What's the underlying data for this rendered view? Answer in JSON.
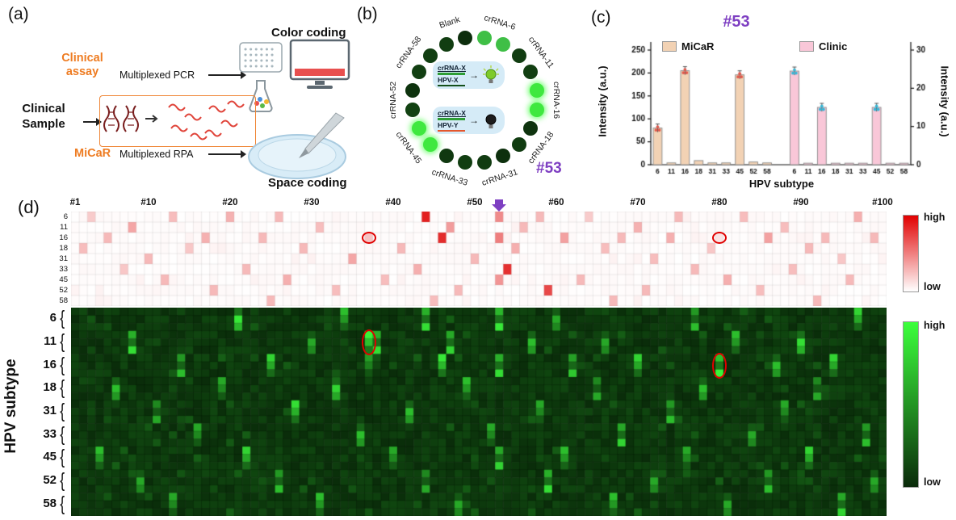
{
  "figure": {
    "panels": {
      "a": "(a)",
      "b": "(b)",
      "c": "(c)",
      "d": "(d)"
    }
  },
  "panel_a": {
    "clinical_assay_line1": "Clinical",
    "clinical_assay_line2": "assay",
    "multiplexed_pcr": "Multiplexed PCR",
    "color_coding": "Color coding",
    "clinical_sample_line1": "Clinical",
    "clinical_sample_line2": "Sample",
    "micar": "MiCaR",
    "multiplexed_rpa": "Multiplexed RPA",
    "space_coding": "Space coding",
    "accent_orange": "#ee7c22"
  },
  "panel_b": {
    "sample_id": "#53",
    "ring": {
      "labels": [
        "crRNA-6",
        "crRNA-11",
        "crRNA-16",
        "crRNA-18",
        "crRNA-31",
        "crRNA-33",
        "crRNA-45",
        "crRNA-52",
        "crRNA-58",
        "Blank"
      ],
      "label_angles": [
        18,
        54,
        90,
        126,
        162,
        198,
        234,
        270,
        306,
        342
      ],
      "bright": [
        "crRNA-16",
        "crRNA-45"
      ],
      "medium": [
        "crRNA-6"
      ]
    },
    "center": {
      "top": {
        "crrna": "crRNA-X",
        "hpv": "HPV-X",
        "result": "signal-on"
      },
      "bottom": {
        "crrna": "crRNA-X",
        "hpv": "HPV-Y",
        "result": "signal-off"
      }
    }
  },
  "panel_c": {
    "title": "#53",
    "left_axis_label": "Intensity (a.u.)",
    "right_axis_label": "Intensity (a.u.)",
    "x_axis_label": "HPV subtype"
  },
  "panel_d": {
    "y_axis_label": "HPV subtype"
  },
  "chart_data": [
    {
      "id": "sample53-bar-chart",
      "type": "bar",
      "title": "#53",
      "categories": [
        "6",
        "11",
        "16",
        "18",
        "31",
        "33",
        "45",
        "52",
        "58"
      ],
      "series": [
        {
          "name": "MiCaR",
          "axis": "left",
          "color": "#f2d2b4",
          "dot_color": "#e2574b",
          "values": [
            80,
            4,
            205,
            9,
            4,
            4,
            196,
            6,
            4
          ]
        },
        {
          "name": "Clinic",
          "axis": "right",
          "color": "#f9c7d8",
          "dot_color": "#35b8d8",
          "values": [
            24.5,
            0.4,
            15,
            0.4,
            0.4,
            0.4,
            15,
            0.4,
            0.4
          ]
        }
      ],
      "left_axis": {
        "label": "Intensity (a.u.)",
        "min": 0,
        "max": 250,
        "ticks": [
          0,
          50,
          100,
          150,
          200,
          250
        ]
      },
      "right_axis": {
        "label": "Intensity (a.u.)",
        "min": 0,
        "max": 30,
        "ticks": [
          0,
          10,
          20,
          30
        ]
      },
      "xlabel": "HPV subtype",
      "legend_position": "top"
    },
    {
      "id": "clinic-pcr-heatmap",
      "type": "heatmap",
      "rows": [
        "6",
        "11",
        "16",
        "18",
        "31",
        "33",
        "45",
        "52",
        "58"
      ],
      "cols": 100,
      "col_ticks": [
        [
          1,
          "#1"
        ],
        [
          10,
          "#10"
        ],
        [
          20,
          "#20"
        ],
        [
          30,
          "#30"
        ],
        [
          40,
          "#40"
        ],
        [
          50,
          "#50"
        ],
        [
          60,
          "#60"
        ],
        [
          70,
          "#70"
        ],
        [
          80,
          "#80"
        ],
        [
          90,
          "#90"
        ],
        [
          100,
          "#100"
        ]
      ],
      "colormap_low": "#ffffff",
      "colormap_high": "#e10000",
      "legend": {
        "high": "high",
        "low": "low"
      },
      "arrow_col": 53,
      "circled_cells": [
        {
          "row": "16",
          "col": 37
        },
        {
          "row": "16",
          "col": 80
        }
      ],
      "cells": [
        [
          "6",
          3,
          0.22
        ],
        [
          "6",
          13,
          0.28
        ],
        [
          "6",
          20,
          0.33
        ],
        [
          "6",
          26,
          0.3
        ],
        [
          "6",
          44,
          0.95
        ],
        [
          "6",
          53,
          0.5
        ],
        [
          "6",
          58,
          0.3
        ],
        [
          "6",
          64,
          0.22
        ],
        [
          "6",
          75,
          0.3
        ],
        [
          "6",
          83,
          0.28
        ],
        [
          "6",
          97,
          0.34
        ],
        [
          "11",
          8,
          0.38
        ],
        [
          "11",
          31,
          0.28
        ],
        [
          "11",
          47,
          0.42
        ],
        [
          "11",
          56,
          0.3
        ],
        [
          "11",
          70,
          0.33
        ],
        [
          "11",
          88,
          0.28
        ],
        [
          "16",
          5,
          0.3
        ],
        [
          "16",
          17,
          0.33
        ],
        [
          "16",
          24,
          0.3
        ],
        [
          "16",
          37,
          0.26
        ],
        [
          "16",
          46,
          0.9
        ],
        [
          "16",
          53,
          0.55
        ],
        [
          "16",
          61,
          0.4
        ],
        [
          "16",
          68,
          0.3
        ],
        [
          "16",
          74,
          0.34
        ],
        [
          "16",
          80,
          0.12
        ],
        [
          "16",
          86,
          0.4
        ],
        [
          "16",
          93,
          0.3
        ],
        [
          "16",
          99,
          0.3
        ],
        [
          "18",
          2,
          0.28
        ],
        [
          "18",
          15,
          0.24
        ],
        [
          "18",
          29,
          0.3
        ],
        [
          "18",
          41,
          0.3
        ],
        [
          "18",
          55,
          0.34
        ],
        [
          "18",
          66,
          0.28
        ],
        [
          "18",
          79,
          0.24
        ],
        [
          "18",
          91,
          0.3
        ],
        [
          "31",
          10,
          0.3
        ],
        [
          "31",
          35,
          0.38
        ],
        [
          "31",
          50,
          0.3
        ],
        [
          "31",
          72,
          0.28
        ],
        [
          "31",
          95,
          0.24
        ],
        [
          "33",
          7,
          0.24
        ],
        [
          "33",
          22,
          0.3
        ],
        [
          "33",
          43,
          0.34
        ],
        [
          "33",
          54,
          0.88
        ],
        [
          "33",
          77,
          0.3
        ],
        [
          "33",
          89,
          0.28
        ],
        [
          "45",
          12,
          0.3
        ],
        [
          "45",
          27,
          0.34
        ],
        [
          "45",
          39,
          0.28
        ],
        [
          "45",
          53,
          0.45
        ],
        [
          "45",
          63,
          0.3
        ],
        [
          "45",
          81,
          0.34
        ],
        [
          "45",
          96,
          0.3
        ],
        [
          "52",
          18,
          0.3
        ],
        [
          "52",
          33,
          0.28
        ],
        [
          "52",
          48,
          0.3
        ],
        [
          "52",
          59,
          0.78
        ],
        [
          "52",
          71,
          0.3
        ],
        [
          "52",
          85,
          0.28
        ],
        [
          "58",
          25,
          0.3
        ],
        [
          "58",
          45,
          0.28
        ],
        [
          "58",
          67,
          0.3
        ],
        [
          "58",
          92,
          0.3
        ]
      ]
    },
    {
      "id": "micar-heatmap",
      "type": "heatmap",
      "row_groups": [
        "6",
        "11",
        "16",
        "18",
        "31",
        "33",
        "45",
        "52",
        "58"
      ],
      "rows_per_group": 3,
      "cols": 100,
      "colormap_low": "#0a2a0a",
      "colormap_high": "#3cff3c",
      "legend": {
        "high": "high",
        "low": "low"
      },
      "circled_cells": [
        {
          "group": "11",
          "col": 37
        },
        {
          "group": "16",
          "col": 80
        }
      ],
      "cells": [
        [
          "6",
          21,
          0.9
        ],
        [
          "6",
          34,
          0.7
        ],
        [
          "6",
          44,
          0.85
        ],
        [
          "6",
          53,
          0.9
        ],
        [
          "6",
          60,
          0.6
        ],
        [
          "6",
          77,
          0.7
        ],
        [
          "6",
          97,
          0.8
        ],
        [
          "11",
          8,
          0.85
        ],
        [
          "11",
          30,
          0.6
        ],
        [
          "11",
          37,
          0.95
        ],
        [
          "11",
          38,
          0.85
        ],
        [
          "11",
          47,
          0.8
        ],
        [
          "11",
          57,
          0.7
        ],
        [
          "11",
          66,
          0.6
        ],
        [
          "11",
          82,
          0.7
        ],
        [
          "11",
          90,
          0.85
        ],
        [
          "16",
          14,
          0.7
        ],
        [
          "16",
          25,
          0.8
        ],
        [
          "16",
          37,
          0.55
        ],
        [
          "16",
          46,
          0.9
        ],
        [
          "16",
          53,
          0.85
        ],
        [
          "16",
          62,
          0.75
        ],
        [
          "16",
          70,
          0.8
        ],
        [
          "16",
          80,
          0.95
        ],
        [
          "16",
          87,
          0.7
        ],
        [
          "16",
          94,
          0.8
        ],
        [
          "18",
          6,
          0.7
        ],
        [
          "18",
          19,
          0.6
        ],
        [
          "18",
          33,
          0.8
        ],
        [
          "18",
          49,
          0.7
        ],
        [
          "18",
          65,
          0.6
        ],
        [
          "18",
          78,
          0.7
        ],
        [
          "18",
          92,
          0.6
        ],
        [
          "31",
          11,
          0.6
        ],
        [
          "31",
          28,
          0.85
        ],
        [
          "31",
          42,
          0.7
        ],
        [
          "31",
          58,
          0.6
        ],
        [
          "31",
          74,
          0.7
        ],
        [
          "31",
          88,
          0.6
        ],
        [
          "33",
          16,
          0.6
        ],
        [
          "33",
          36,
          0.7
        ],
        [
          "33",
          52,
          0.6
        ],
        [
          "33",
          68,
          0.8
        ],
        [
          "33",
          84,
          0.6
        ],
        [
          "33",
          98,
          0.7
        ],
        [
          "45",
          4,
          0.7
        ],
        [
          "45",
          22,
          0.8
        ],
        [
          "45",
          40,
          0.6
        ],
        [
          "45",
          53,
          0.8
        ],
        [
          "45",
          61,
          0.7
        ],
        [
          "45",
          76,
          0.6
        ],
        [
          "45",
          91,
          0.8
        ],
        [
          "52",
          9,
          0.6
        ],
        [
          "52",
          26,
          0.7
        ],
        [
          "52",
          44,
          0.6
        ],
        [
          "52",
          59,
          0.85
        ],
        [
          "52",
          72,
          0.6
        ],
        [
          "52",
          86,
          0.7
        ],
        [
          "52",
          99,
          0.6
        ],
        [
          "58",
          13,
          0.6
        ],
        [
          "58",
          31,
          0.7
        ],
        [
          "58",
          48,
          0.6
        ],
        [
          "58",
          67,
          0.7
        ],
        [
          "58",
          81,
          0.6
        ],
        [
          "58",
          95,
          0.8
        ]
      ]
    }
  ]
}
